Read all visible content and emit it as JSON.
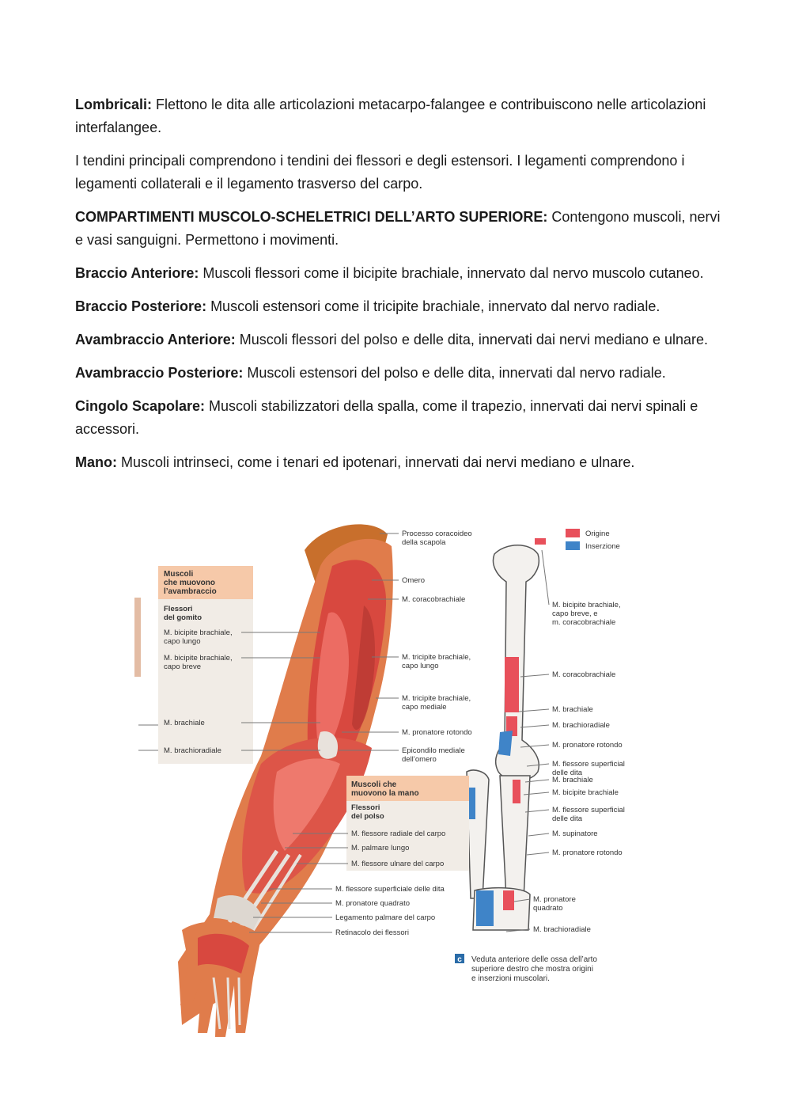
{
  "paragraphs": [
    {
      "bold": "Lombricali:",
      "text": " Flettono le dita alle articolazioni metacarpo-falangee e contribuiscono nelle articolazioni interfalangee."
    },
    {
      "bold": "",
      "text": "I tendini principali comprendono i tendini dei flessori e degli estensori. I legamenti comprendono i legamenti collaterali e il legamento trasverso del carpo."
    },
    {
      "bold": "COMPARTIMENTI MUSCOLO-SCHELETRICI DELL’ARTO SUPERIORE:",
      "text": " Contengono muscoli, nervi e vasi sanguigni. Permettono i movimenti."
    },
    {
      "bold": "Braccio Anteriore:",
      "text": " Muscoli flessori come il bicipite brachiale, innervato dal nervo muscolo cutaneo."
    },
    {
      "bold": "Braccio Posteriore:",
      "text": " Muscoli estensori come il tricipite brachiale, innervato dal nervo radiale."
    },
    {
      "bold": "Avambraccio Anteriore:",
      "text": " Muscoli flessori del polso e delle dita, innervati dai nervi mediano e ulnare."
    },
    {
      "bold": "Avambraccio Posteriore:",
      "text": " Muscoli estensori del polso e delle dita, innervati dal nervo radiale."
    },
    {
      "bold": "Cingolo Scapolare:",
      "text": " Muscoli stabilizzatori della spalla, come il trapezio, innervati dai nervi spinali e accessori."
    },
    {
      "bold": "Mano:",
      "text": " Muscoli intrinseci, come i tenari ed ipotenari, innervati dai nervi mediano e ulnare."
    }
  ],
  "figure": {
    "box1": {
      "title_lines": [
        "Muscoli",
        "che muovono",
        "l’avambraccio"
      ],
      "subtitle_lines": [
        "Flessori",
        "del gomito"
      ]
    },
    "box2": {
      "title_lines": [
        "Muscoli che",
        "muovono la mano"
      ],
      "subtitle_lines": [
        "Flessori",
        "del polso"
      ]
    },
    "left_labels": [
      [
        "M. bicipite brachiale,",
        "capo lungo"
      ],
      [
        "M. bicipite brachiale,",
        "capo breve"
      ],
      [
        "M. brachiale"
      ],
      [
        "M. brachioradiale"
      ]
    ],
    "middle_labels": [
      [
        "Processo coracoideo",
        "della scapola"
      ],
      [
        "Omero"
      ],
      [
        "M. coracobrachiale"
      ],
      [
        "M. tricipite brachiale,",
        "capo lungo"
      ],
      [
        "M. tricipite brachiale,",
        "capo mediale"
      ],
      [
        "M. pronatore rotondo"
      ],
      [
        "Epicondilo mediale",
        "dell’omero"
      ]
    ],
    "hand_labels": [
      [
        "M. flessore radiale del carpo"
      ],
      [
        "M. palmare lungo"
      ],
      [
        "M. flessore ulnare del carpo"
      ],
      [
        "M. flessore superficiale delle dita"
      ],
      [
        "M. pronatore quadrato"
      ],
      [
        "Legamento palmare del carpo"
      ],
      [
        "Retinacolo dei flessori"
      ]
    ],
    "legend": {
      "origin_label": "Origine",
      "insertion_label": "Inserzione",
      "origin_color": "#e8505b",
      "insertion_color": "#3f84c8"
    },
    "bone_labels": [
      [
        "M. bicipite brachiale,",
        "capo breve, e",
        "m. coracobrachiale"
      ],
      [
        "M. coracobrachiale"
      ],
      [
        "M. brachiale"
      ],
      [
        "M. brachioradiale"
      ],
      [
        "M. pronatore rotondo"
      ],
      [
        "M. flessore superficial",
        "delle dita"
      ],
      [
        "M. brachiale"
      ],
      [
        "M. bicipite brachiale"
      ],
      [
        "M. flessore superficial",
        "delle dita"
      ],
      [
        "M. supinatore"
      ],
      [
        "M. pronatore rotondo"
      ],
      [
        "M. pronatore",
        "quadrato"
      ],
      [
        "M. brachioradiale"
      ]
    ],
    "caption_badge": "c",
    "caption_lines": [
      "Veduta anteriore delle ossa dell’arto",
      "superiore destro che mostra origini",
      "e inserzioni muscolari."
    ]
  }
}
